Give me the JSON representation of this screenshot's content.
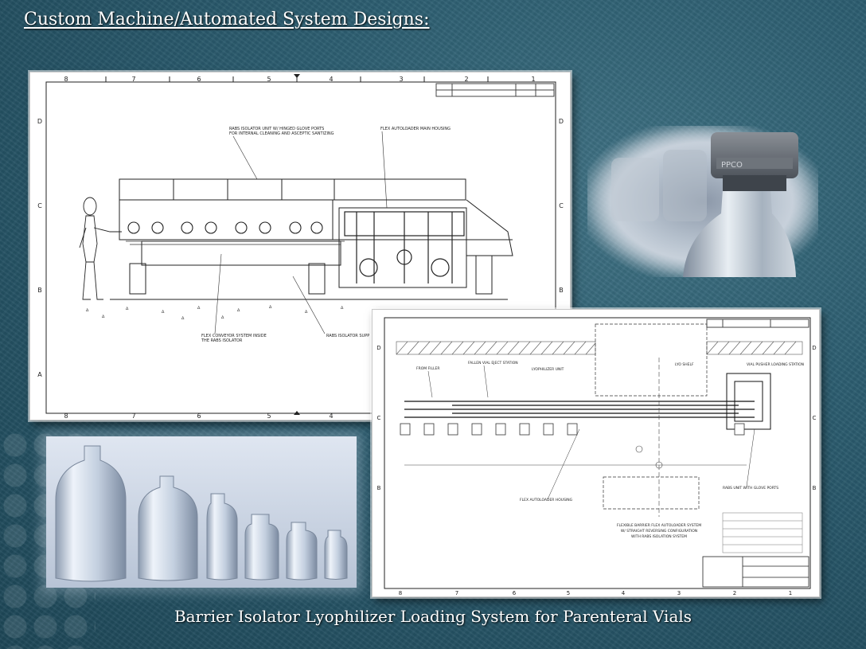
{
  "slide": {
    "title": "Custom Machine/Automated System Designs:",
    "caption": "Barrier Isolator Lyophilizer Loading System for Parenteral Vials"
  },
  "drawing1": {
    "grid_numbers": [
      "8",
      "7",
      "6",
      "5",
      "4",
      "3",
      "2",
      "1"
    ],
    "grid_letters": [
      "D",
      "C",
      "B",
      "A"
    ],
    "callouts": [
      "RABS ISOLATOR UNIT W/ HINGED GLOVE PORTS",
      "FOR INTERNAL CLEANING AND ASCEPTIC SANTIZING",
      "FLEX AUTOLOADER MAIN HOUSING",
      "FLEX CONVEYOR SYSTEM INSIDE",
      "THE RABS ISOLATOR",
      "RABS ISOLATOR SUPP"
    ]
  },
  "drawing2": {
    "grid_numbers": [
      "8",
      "7",
      "6",
      "5",
      "4",
      "3",
      "2",
      "1"
    ],
    "grid_letters": [
      "D",
      "C",
      "B"
    ],
    "callouts": [
      "FROM FILLER",
      "FALLEN VIAL EJECT STATION",
      "LYOPHILIZER UNIT",
      "LYO SHELF",
      "VIAL PUSHER LOADING STATION",
      "FLEX AUTOLOADER HOUSING",
      "RABS UNIT WITH GLOVE PORTS",
      "FLEXIBLE BARRIER FLEX AUTOLOADER SYSTEM",
      "W/ STRAIGHT REVERSING CONFIGURATION",
      "WITH RABS ISOLATION SYSTEM"
    ]
  },
  "vial_cap_text": "PPCO"
}
